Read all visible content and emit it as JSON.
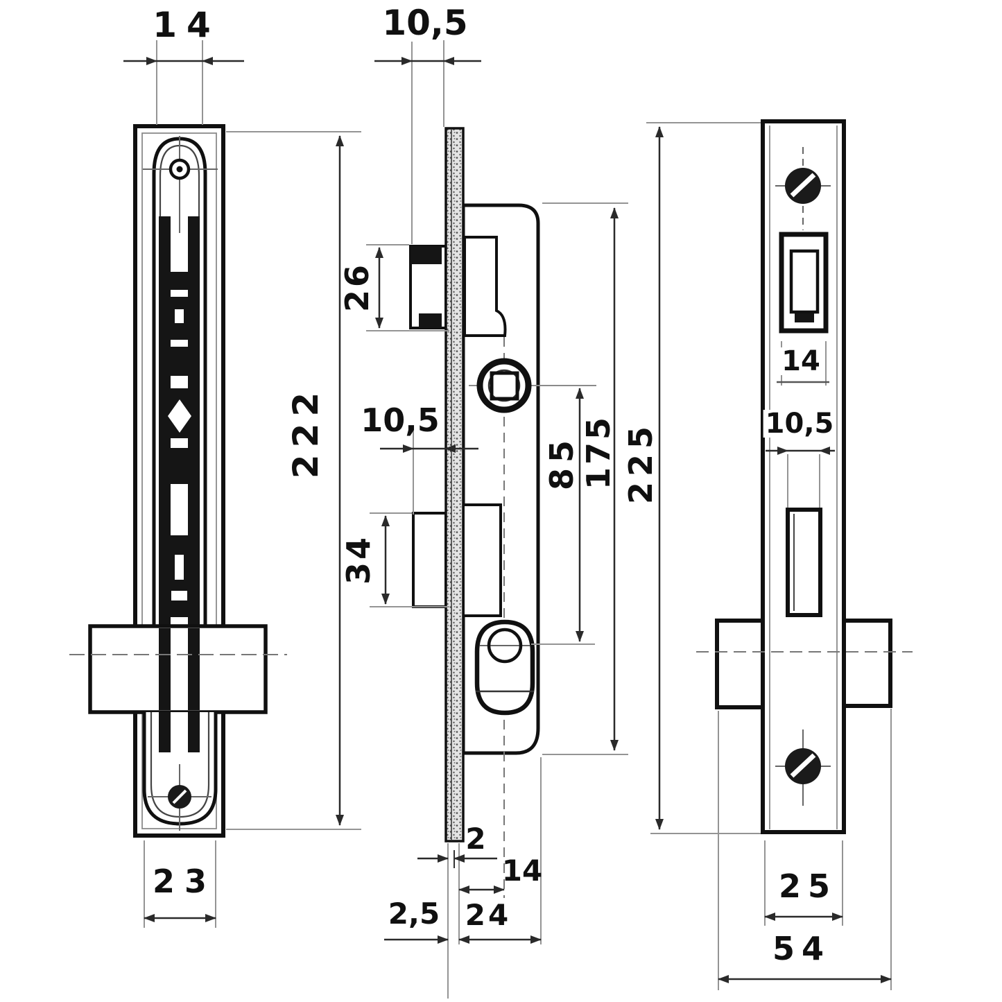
{
  "dims": {
    "left_top_width": "14",
    "left_height": "222",
    "left_bottom_width": "23",
    "mid_top_offset": "10,5",
    "mid_latch_height": "26",
    "mid_backset_top": "10,5",
    "mid_deadbolt_height": "34",
    "mid_centre_distance": "85",
    "mid_body_height": "175",
    "mid_total_height": "225",
    "mid_lip": "2",
    "mid_backset_bottom": "14",
    "mid_faceplate_thickness": "2,5",
    "mid_case_depth": "24",
    "right_latch_width": "14",
    "right_slot_width": "10,5",
    "right_plate_width": "25",
    "right_total_width": "54"
  }
}
